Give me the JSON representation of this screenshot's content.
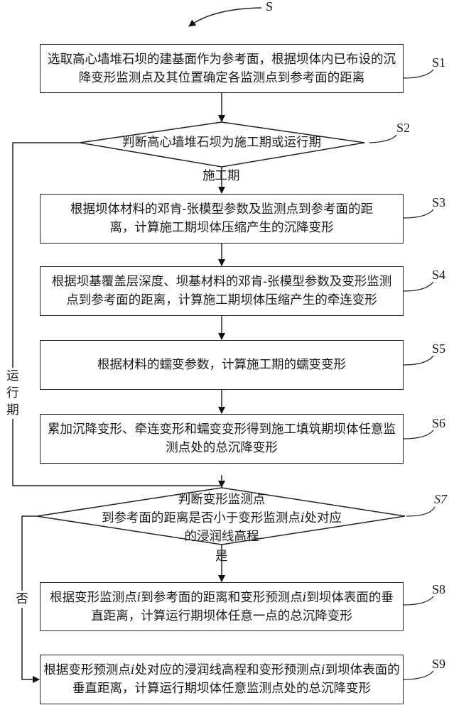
{
  "diagram": {
    "start_label": "S",
    "steps": [
      {
        "id": "S1",
        "type": "process",
        "text": "选取高心墙堆石坝的建基面作为参考面，根据坝体内已布设的沉降变形监测点及其位置确定各监测点到参考面的距离"
      },
      {
        "id": "S2",
        "type": "decision",
        "text": "判断高心墙堆石坝为施工期或运行期"
      },
      {
        "id": "S3",
        "type": "process",
        "text": "根据坝体材料的邓肯-张模型参数及监测点到参考面的距离，计算施工期坝体压缩产生的沉降变形"
      },
      {
        "id": "S4",
        "type": "process",
        "text": "根据坝基覆盖层深度、坝基材料的邓肯-张模型参数及变形监测点到参考面的距离，计算施工期坝体压缩产生的牵连变形"
      },
      {
        "id": "S5",
        "type": "process",
        "text": "根据材料的蠕变参数，计算施工期的蠕变变形"
      },
      {
        "id": "S6",
        "type": "process",
        "text": "累加沉降变形、牵连变形和蠕变变形得到施工填筑期坝体任意监测点处的总沉降变形"
      },
      {
        "id": "S7",
        "type": "decision",
        "text_lines": [
          "判断变形监测点",
          "到参考面的距离是否小于变形监测点",
          "i",
          "处对应",
          "的浸润线高程"
        ]
      },
      {
        "id": "S8",
        "type": "process",
        "text_parts": [
          "根据变形监测点",
          "i",
          "到参考面的距离和变形预测点",
          "i",
          "到坝体表面的垂直距离，计算运行期坝体任意一点的总沉降变形"
        ]
      },
      {
        "id": "S9",
        "type": "process",
        "text_parts": [
          "根据变形预测点",
          "i",
          "处对应的浸润线高程和变形预测点",
          "i",
          "到坝体表面的垂直距离，计算运行期坝体任意监测点处的总沉降变形"
        ]
      }
    ],
    "edge_labels": {
      "construction": "施工期",
      "operation": "运行期",
      "yes": "是",
      "no": "否"
    }
  }
}
